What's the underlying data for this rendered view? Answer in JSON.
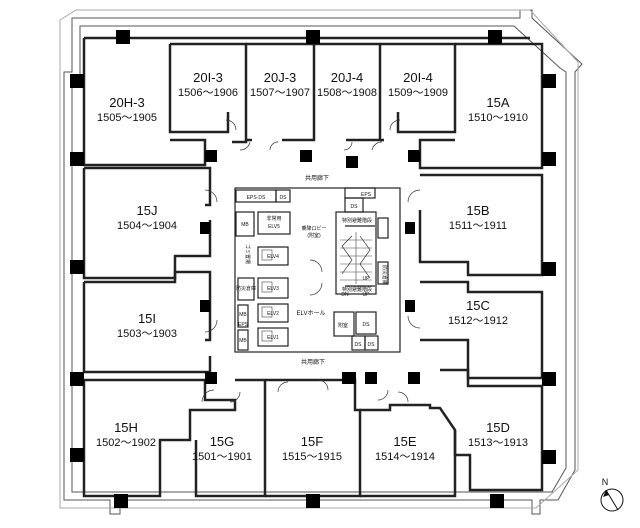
{
  "units": [
    {
      "id": "20H-3",
      "range": "1505〜1905"
    },
    {
      "id": "20I-3",
      "range": "1506〜1906"
    },
    {
      "id": "20J-3",
      "range": "1507〜1907"
    },
    {
      "id": "20J-4",
      "range": "1508〜1908"
    },
    {
      "id": "20I-4",
      "range": "1509〜1909"
    },
    {
      "id": "15A",
      "range": "1510〜1910"
    },
    {
      "id": "15J",
      "range": "1504〜1904"
    },
    {
      "id": "15B",
      "range": "1511〜1911"
    },
    {
      "id": "15I",
      "range": "1503〜1903"
    },
    {
      "id": "15C",
      "range": "1512〜1912"
    },
    {
      "id": "15H",
      "range": "1502〜1902"
    },
    {
      "id": "15G",
      "range": "1501〜1901"
    },
    {
      "id": "15F",
      "range": "1515〜1915"
    },
    {
      "id": "15E",
      "range": "1514〜1914"
    },
    {
      "id": "15D",
      "range": "1513〜1913"
    }
  ],
  "core": {
    "corridor_top": "共用廊下",
    "corridor_bottom": "共用廊下",
    "eps_ds": "EPS·DS",
    "ds_a": "DS",
    "eps_right": "EPS",
    "ds_b": "DS",
    "mb_a": "MB",
    "mb_b": "MB",
    "mb_c": "MB",
    "emergency_elv_1": "非常用",
    "emergency_elv_2": "ELV5",
    "boarding_lobby_1": "乗降ロビー",
    "boarding_lobby_2": "(附室)",
    "stairs_a": "特別避難階段",
    "stairs_b": "特別避難階段",
    "refuse_room": "ゴミ置場",
    "fire_storage_left": "防災倉庫",
    "fire_storage_right": "防災倉庫",
    "elv4": "ELV4",
    "elv3": "ELV3",
    "elv2": "ELV2",
    "elv1": "ELV1",
    "elv_hall": "ELVホール",
    "eps_vertical": "EPS",
    "annex_room": "附室",
    "ds_c": "DS",
    "ds_d": "DS",
    "ds_e": "DS",
    "up_label": "UP",
    "dn_label": "DN",
    "up_label_2": "UP"
  },
  "compass": {
    "label": "N"
  }
}
